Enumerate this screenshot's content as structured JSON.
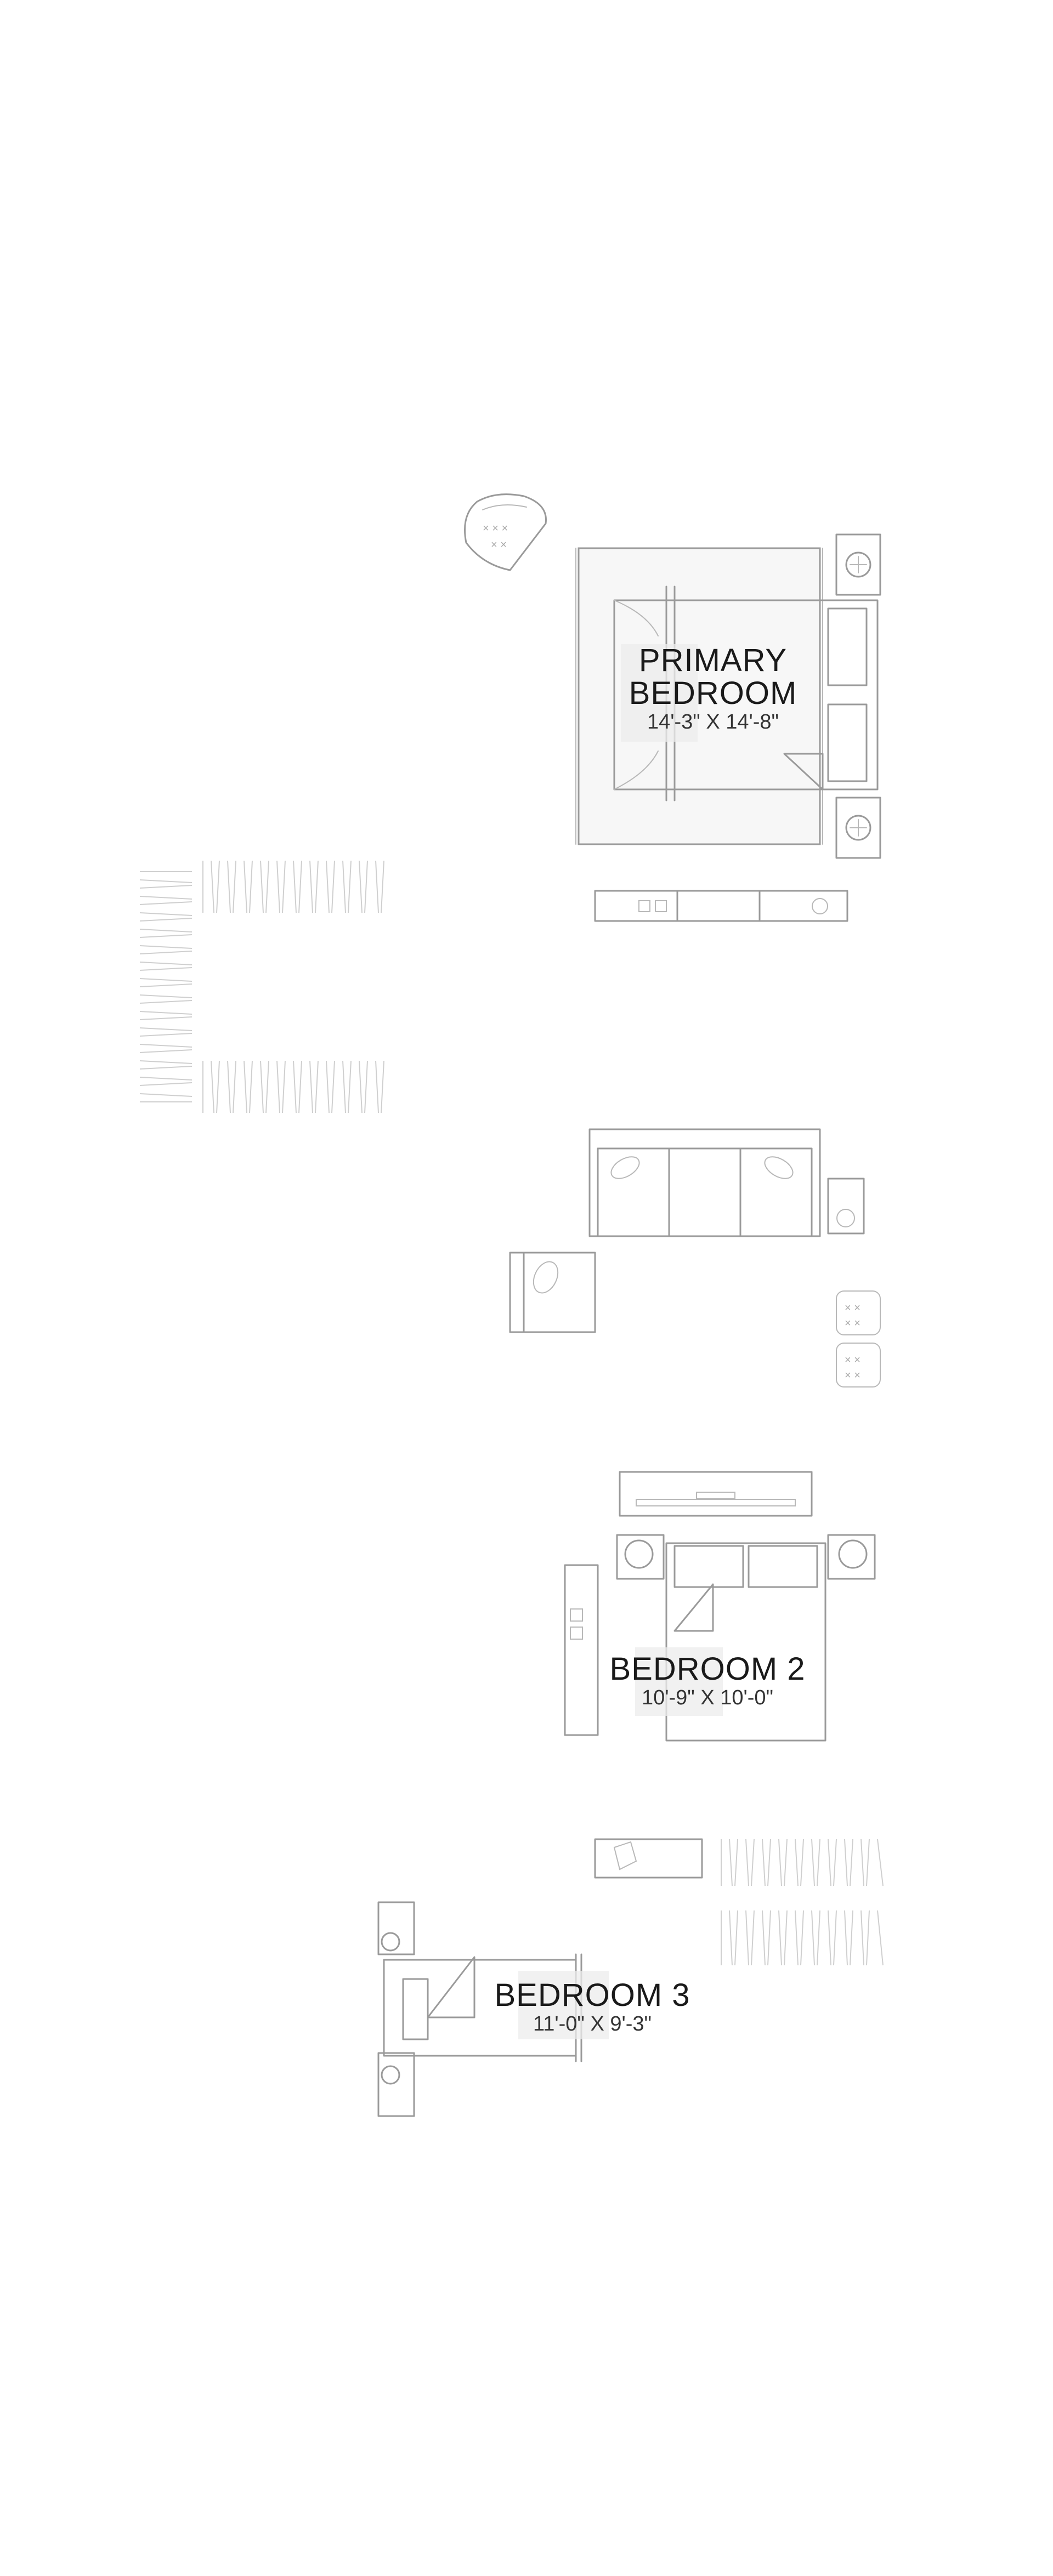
{
  "rooms": {
    "primary": {
      "name_line1": "PRIMARY",
      "name_line2": "BEDROOM",
      "dims": "14'-3\" X 14'-8\""
    },
    "bedroom2": {
      "name": "BEDROOM 2",
      "dims": "10'-9\" X 10'-0\""
    },
    "bedroom3": {
      "name": "BEDROOM 3",
      "dims": "11'-0\" X 9'-3\""
    }
  },
  "colors": {
    "line": "#9a9a9a",
    "label_text": "#1a1a1a",
    "label_bg": "#ececec"
  }
}
